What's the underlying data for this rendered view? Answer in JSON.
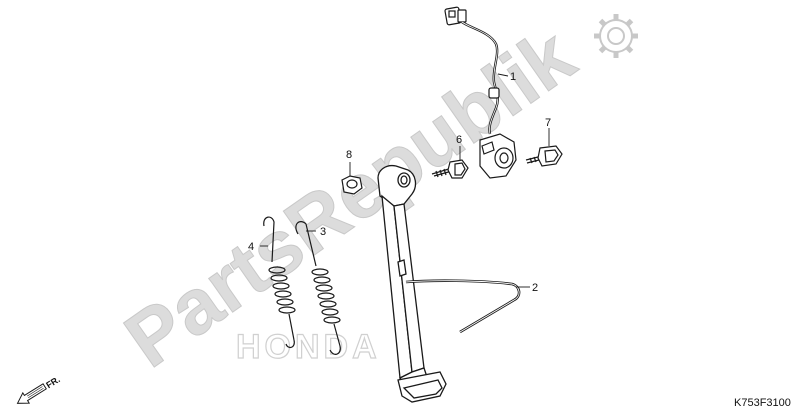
{
  "watermark": {
    "text": "PartsRepublik",
    "brand_text": "HONDA"
  },
  "direction_label": "FR.",
  "diagram_code": "K753F3100",
  "callouts": [
    {
      "id": "1",
      "label": "1"
    },
    {
      "id": "2",
      "label": "2"
    },
    {
      "id": "3",
      "label": "3"
    },
    {
      "id": "4",
      "label": "4"
    },
    {
      "id": "6",
      "label": "6"
    },
    {
      "id": "7",
      "label": "7"
    },
    {
      "id": "8",
      "label": "8"
    }
  ],
  "colors": {
    "line": "#1a1a1a",
    "watermark": "#d9d9d9",
    "gear": "#cfcfcf"
  },
  "icons": [
    "gear-icon",
    "front-arrow-icon"
  ]
}
